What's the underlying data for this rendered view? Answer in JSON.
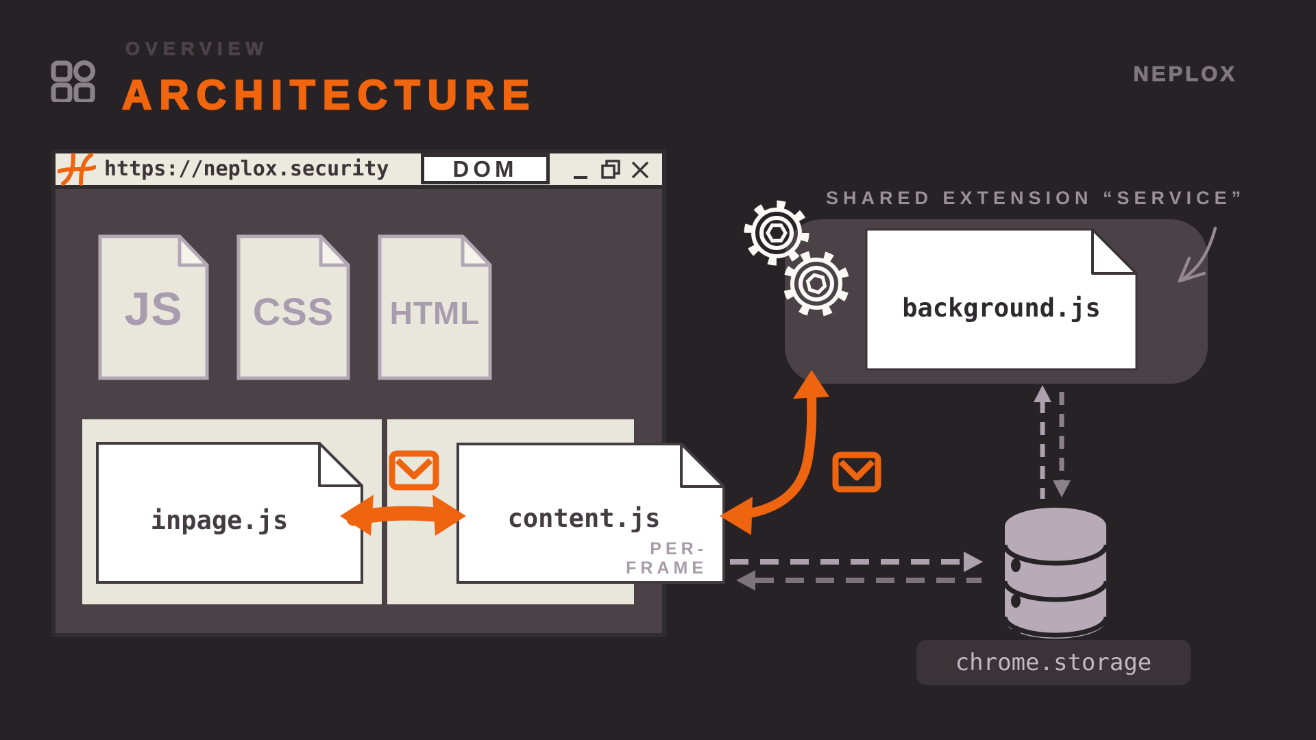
{
  "header": {
    "eyebrow": "OVERVIEW",
    "title": "ARCHITECTURE",
    "brand": "NEPLOX"
  },
  "browser": {
    "url": "https://neplox.security",
    "badge": "DOM",
    "files": [
      "JS",
      "CSS",
      "HTML"
    ],
    "inpage_file": "inpage.js",
    "content_file": "content.js",
    "content_note": "PER-FRAME"
  },
  "service": {
    "caption": "SHARED EXTENSION “SERVICE”",
    "file": "background.js"
  },
  "storage": {
    "label": "chrome.storage"
  },
  "icons": [
    "neplox-grid-logo",
    "neplox-hash-icon",
    "minimize-icon",
    "restore-icon",
    "close-icon",
    "file-icon-js",
    "file-icon-css",
    "file-icon-html",
    "envelope-icon",
    "double-arrow-icon",
    "curved-arrow-icon",
    "gear-icon",
    "hand-drawn-arrow-icon",
    "dashed-arrow-icon",
    "database-icon"
  ],
  "colors": {
    "background": "#272226",
    "surface_dark": "#4B4247",
    "surface_cream": "#E9E6DB",
    "titlebar_cream": "#ECE9DE",
    "card_white": "#FFFFFF",
    "accent_orange": "#EE640F",
    "title_orange": "#F1650F",
    "ink_dark": "#3B3538",
    "muted_purple": "#A89DAF",
    "handwriting_gray": "#9A9099",
    "brand_gray": "#7E777E",
    "dashed_light": "#ACA1AD",
    "dashed_dark": "#8A8189",
    "database_fill": "#B6ABB7",
    "storage_badge_bg": "#3A3338",
    "storage_badge_text": "#C2B8C3"
  }
}
